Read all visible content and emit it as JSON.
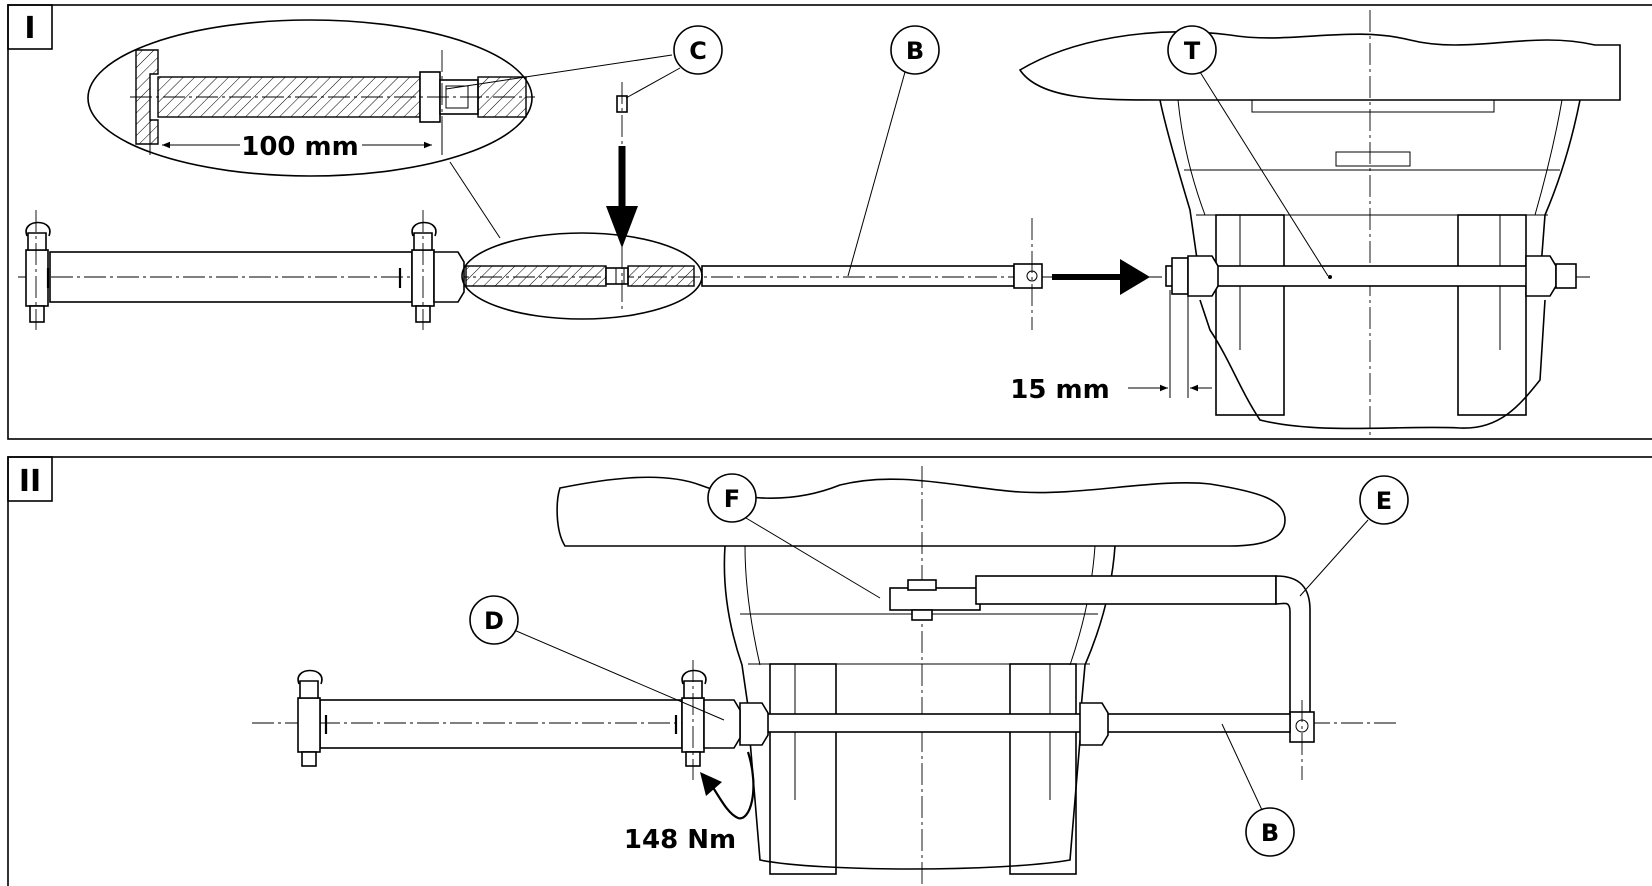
{
  "panels": [
    {
      "id": "I",
      "label": "I"
    },
    {
      "id": "II",
      "label": "II"
    }
  ],
  "callouts": {
    "C": "C",
    "B1": "B",
    "T": "T",
    "F": "F",
    "E": "E",
    "D": "D",
    "B2": "B"
  },
  "dimensions": {
    "d100": "100 mm",
    "d15": "15 mm",
    "torque": "148 Nm"
  }
}
